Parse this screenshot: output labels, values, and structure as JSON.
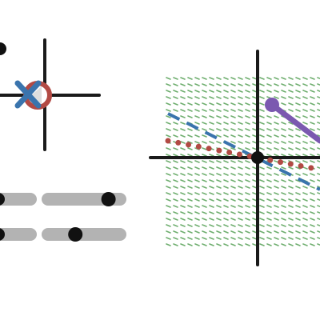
{
  "colors": {
    "axis": "#1a1a1a",
    "blue": "#3a74ad",
    "red": "#b24a44",
    "purple": "#7b59b0",
    "green": "#6fae6f",
    "track": "#b3b3b3",
    "knob": "#111111"
  },
  "left_panel": {
    "angle_marker": {
      "x_mark": "blue",
      "circle": "red"
    },
    "sliders": [
      {
        "value": 0.84
      },
      {
        "value": 0.38
      }
    ]
  },
  "right_panel": {
    "vector_field": "green",
    "lines": [
      {
        "style": "solid",
        "color": "purple"
      },
      {
        "style": "dashed",
        "color": "blue"
      },
      {
        "style": "dotted",
        "color": "red"
      }
    ]
  }
}
